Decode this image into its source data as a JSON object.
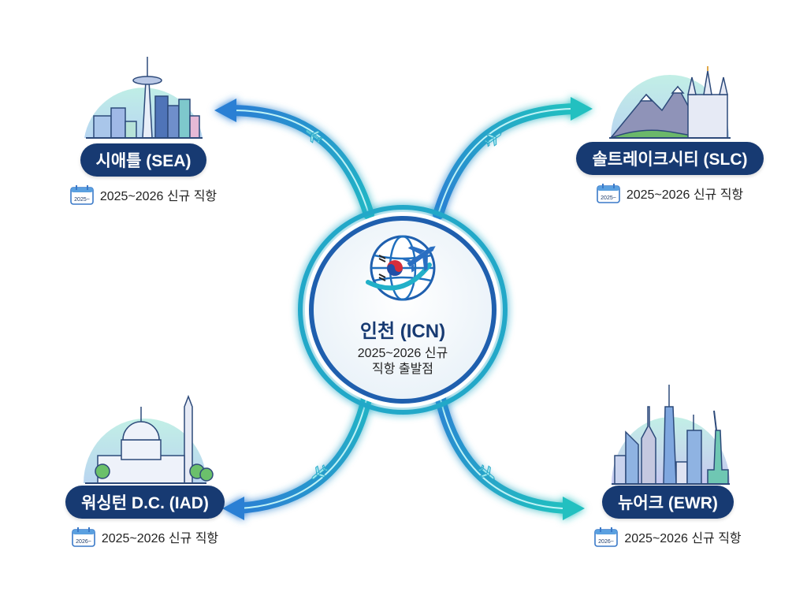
{
  "hub": {
    "name": "인천 (ICN)",
    "subtitle_line1": "2025~2026 신규",
    "subtitle_line2": "직항 출발점",
    "icon": "globe-plane-korea-flag-icon"
  },
  "destinations": [
    {
      "id": "sea",
      "label": "시애틀 (SEA)",
      "note": "2025~2026 신규 직항",
      "calendar_text": "2025~",
      "icon": "seattle-skyline-icon",
      "position": "top-left"
    },
    {
      "id": "slc",
      "label": "솔트레이크시티 (SLC)",
      "note": "2025~2026 신규 직항",
      "calendar_text": "2025~",
      "icon": "salt-lake-temple-mountains-icon",
      "position": "top-right"
    },
    {
      "id": "iad",
      "label": "워싱턴 D.C. (IAD)",
      "note": "2025~2026 신규 직항",
      "calendar_text": "2026~",
      "icon": "capitol-monument-icon",
      "position": "bottom-left"
    },
    {
      "id": "ewr",
      "label": "뉴어크 (EWR)",
      "note": "2025~2026 신규 직항",
      "calendar_text": "2026~",
      "icon": "new-york-skyline-liberty-icon",
      "position": "bottom-right"
    }
  ],
  "colors": {
    "pill": "#173a72",
    "route_blue": "#2b7fd4",
    "route_teal": "#22b8c4",
    "ring": "#1d8fc0",
    "text_dark": "#222222"
  }
}
